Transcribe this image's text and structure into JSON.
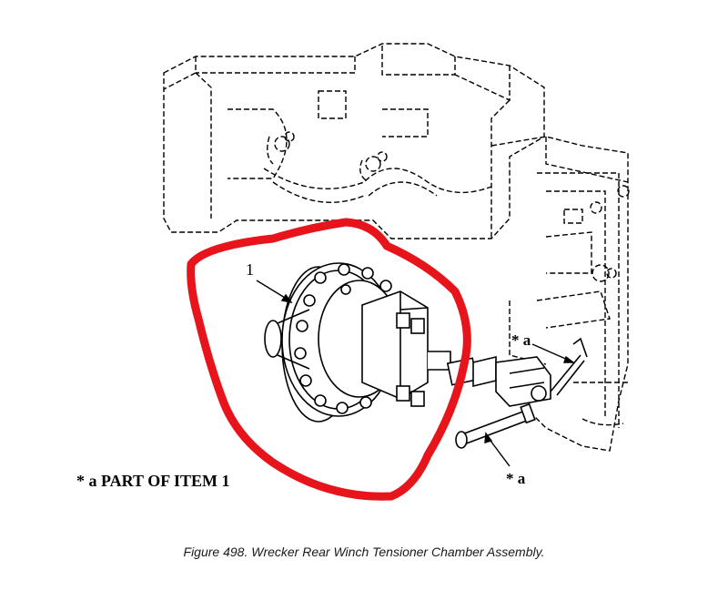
{
  "callouts": {
    "item_number": "1",
    "part_ref_top": "* a",
    "part_ref_bottom": "* a"
  },
  "legend": {
    "text": "* a  PART OF ITEM 1"
  },
  "caption": "Figure 498.  Wrecker Rear Winch Tensioner Chamber Assembly.",
  "colors": {
    "highlight": "#e8141b",
    "line": "#000000"
  }
}
